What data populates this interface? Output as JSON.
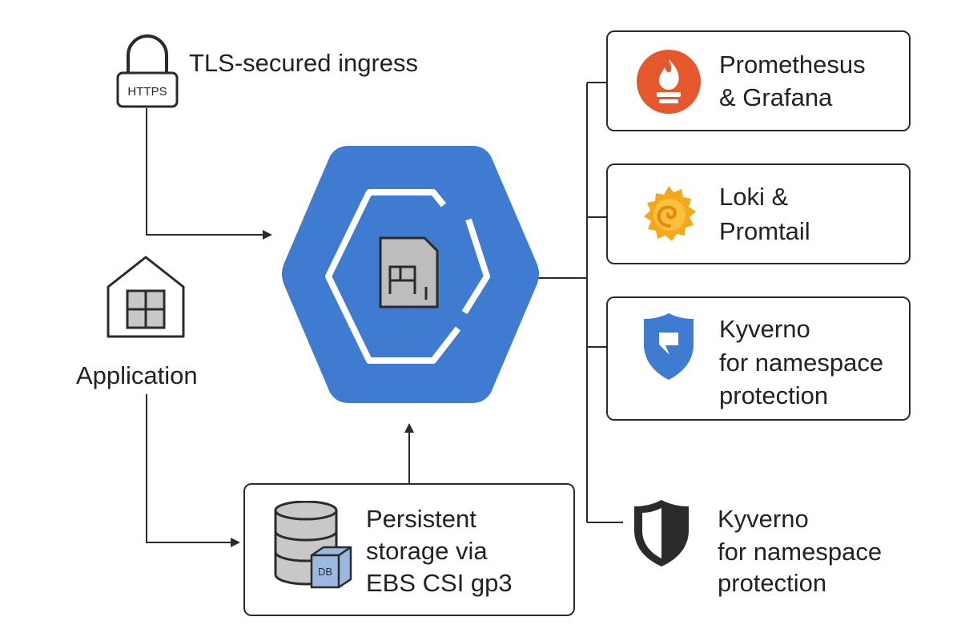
{
  "diagram": {
    "ingress": {
      "lock_text": "HTTPS",
      "label": "TLS-secured ingress",
      "icon": "lock-icon"
    },
    "application": {
      "label": "Application",
      "icon": "house-icon"
    },
    "cluster": {
      "icon": "kubernetes-node-icon",
      "color": "#3f7bd0"
    },
    "storage": {
      "lines": [
        "Persistent",
        "storage via",
        "EBS CSI gp3"
      ],
      "badge_text": "DB",
      "icon": "database-icon"
    },
    "tools": [
      {
        "lines": [
          "Promethesus",
          "& Grafana"
        ],
        "icon": "prometheus-icon",
        "color": "#e5582e"
      },
      {
        "lines": [
          "Loki &",
          "Promtail"
        ],
        "icon": "grafana-swirl-icon",
        "color": "#f6a81c"
      },
      {
        "lines": [
          "Kyverno",
          "for namespace",
          "protection"
        ],
        "icon": "blue-shield-icon",
        "color": "#3f7bd0"
      },
      {
        "lines": [
          "Kyverno",
          "for namespace",
          "protection"
        ],
        "icon": "black-shield-icon",
        "color": "#2b2b2b"
      }
    ]
  }
}
